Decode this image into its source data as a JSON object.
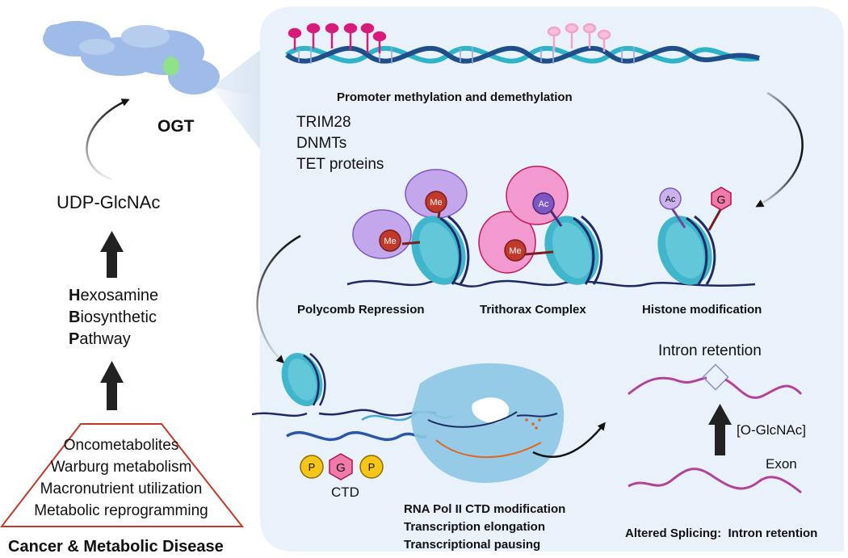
{
  "ogt": {
    "label": "OGT"
  },
  "udp": {
    "label": "UDP-GlcNAc"
  },
  "hbp": {
    "lines": [
      {
        "initial": "H",
        "rest": "exosamine"
      },
      {
        "initial": "B",
        "rest": "iosynthetic"
      },
      {
        "initial": "P",
        "rest": "athway"
      }
    ]
  },
  "drivers": {
    "items": [
      "Oncometabolites",
      "Warburg metabolism",
      "Macronutrient utilization",
      "Metabolic reprogramming"
    ]
  },
  "disease": {
    "label": "Cancer & Metabolic Disease"
  },
  "promoter": {
    "title": "Promoter methylation and demethylation",
    "factors": [
      "TRIM28",
      "DNMTs",
      "TET proteins"
    ]
  },
  "marks": {
    "me": "Me",
    "ac": "Ac",
    "g": "G",
    "p": "P"
  },
  "histone": {
    "polycomb": "Polycomb Repression",
    "trithorax": "Trithorax Complex",
    "modification": "Histone modification"
  },
  "pol2": {
    "ctd": "CTD",
    "lines": [
      "RNA Pol II CTD modification",
      "Transcription elongation",
      "Transcriptional pausing"
    ]
  },
  "splicing": {
    "intron_retention": "Intron retention",
    "oglcnac": "[O-GlcNAc]",
    "exon": "Exon",
    "caption": "Altered Splicing:  Intron retention"
  },
  "colors": {
    "panel": "#eaf2fb",
    "nucleosome": "#3fb6cc",
    "dna_dark": "#1d2a66",
    "red_mark": "#c0392b",
    "ac_mark": "#7e57c2",
    "g_mark": "#e0457b",
    "p_mark": "#f5c518",
    "protein_purple": "#c3a6ec",
    "protein_pink": "#f29ad0",
    "ogt_blue": "#9fbce8",
    "rna_purple": "#b2439a",
    "pol2_blue": "#7fbfe0",
    "trapezoid": "#c0392b"
  }
}
